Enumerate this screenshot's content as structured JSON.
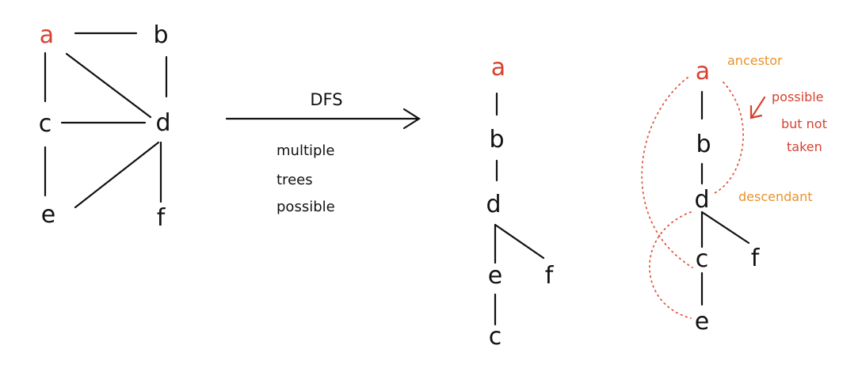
{
  "graph": {
    "nodes": {
      "a": "a",
      "b": "b",
      "c": "c",
      "d": "d",
      "e": "e",
      "f": "f"
    },
    "edges": [
      [
        "a",
        "b"
      ],
      [
        "a",
        "c"
      ],
      [
        "a",
        "d"
      ],
      [
        "b",
        "d"
      ],
      [
        "c",
        "d"
      ],
      [
        "c",
        "e"
      ],
      [
        "d",
        "e"
      ],
      [
        "d",
        "f"
      ]
    ]
  },
  "arrow": {
    "label": "DFS",
    "note_line1": "multiple",
    "note_line2": "trees",
    "note_line3": "possible"
  },
  "tree1": {
    "nodes": {
      "a": "a",
      "b": "b",
      "d": "d",
      "e": "e",
      "f": "f",
      "c": "c"
    },
    "edges": [
      [
        "a",
        "b"
      ],
      [
        "b",
        "d"
      ],
      [
        "d",
        "e"
      ],
      [
        "d",
        "f"
      ],
      [
        "e",
        "c"
      ]
    ]
  },
  "tree2": {
    "nodes": {
      "a": "a",
      "b": "b",
      "d": "d",
      "c": "c",
      "f": "f",
      "e": "e"
    },
    "edges": [
      [
        "a",
        "b"
      ],
      [
        "b",
        "d"
      ],
      [
        "d",
        "c"
      ],
      [
        "d",
        "f"
      ],
      [
        "c",
        "e"
      ]
    ],
    "annotations": {
      "ancestor": "ancestor",
      "descendant": "descendant",
      "possible_line1": "possible",
      "possible_line2": "but not",
      "possible_line3": "taken"
    }
  },
  "colors": {
    "root": "#d8412f",
    "ink": "#111111",
    "ancestor_descendant": "#e8932a",
    "not_taken": "#d8412f"
  }
}
